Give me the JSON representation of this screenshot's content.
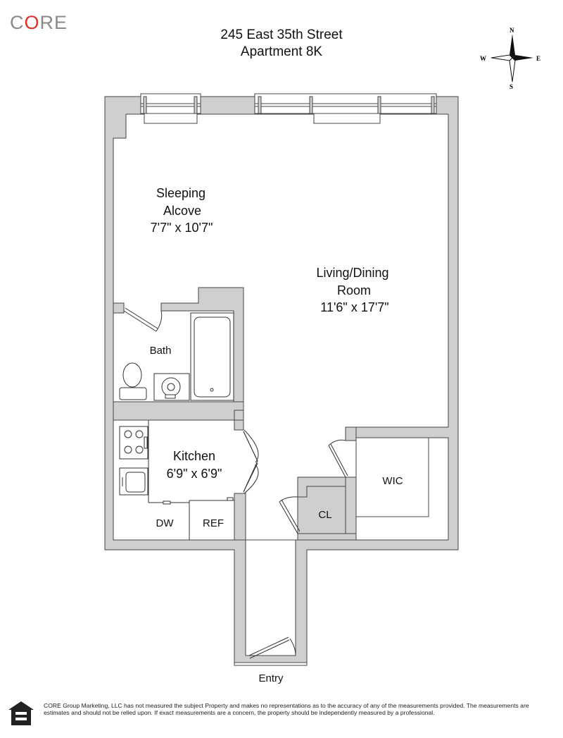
{
  "brand": {
    "logo_prefix": "C",
    "logo_o": "O",
    "logo_suffix": "RE"
  },
  "header": {
    "address": "245 East 35th Street",
    "unit": "Apartment 8K"
  },
  "compass": {
    "n": "N",
    "s": "S",
    "e": "E",
    "w": "W"
  },
  "rooms": {
    "sleeping": {
      "line1": "Sleeping",
      "line2": "Alcove",
      "dims": "7'7\" x 10'7\""
    },
    "living": {
      "line1": "Living/Dining",
      "line2": "Room",
      "dims": "11'6\" x 17'7\""
    },
    "bath": {
      "label": "Bath"
    },
    "kitchen": {
      "label": "Kitchen",
      "dims": "6'9\" x 6'9\""
    },
    "dw": {
      "label": "DW"
    },
    "ref": {
      "label": "REF"
    },
    "wic": {
      "label": "WIC"
    },
    "cl": {
      "label": "CL"
    },
    "entry": {
      "label": "Entry"
    }
  },
  "footer": {
    "disclaimer": "CORE Group Marketing, LLC has not measured the subject Property and makes no representations as to the accuracy of any of the measurements provided. The measurements are estimates and should not be relied upon. If exact measurements are a concern, the property should be independently measured by a professional."
  },
  "colors": {
    "wall": "#cfcfcf",
    "line": "#333333",
    "accent": "#e0312b",
    "logo_gray": "#8a8a8a"
  }
}
